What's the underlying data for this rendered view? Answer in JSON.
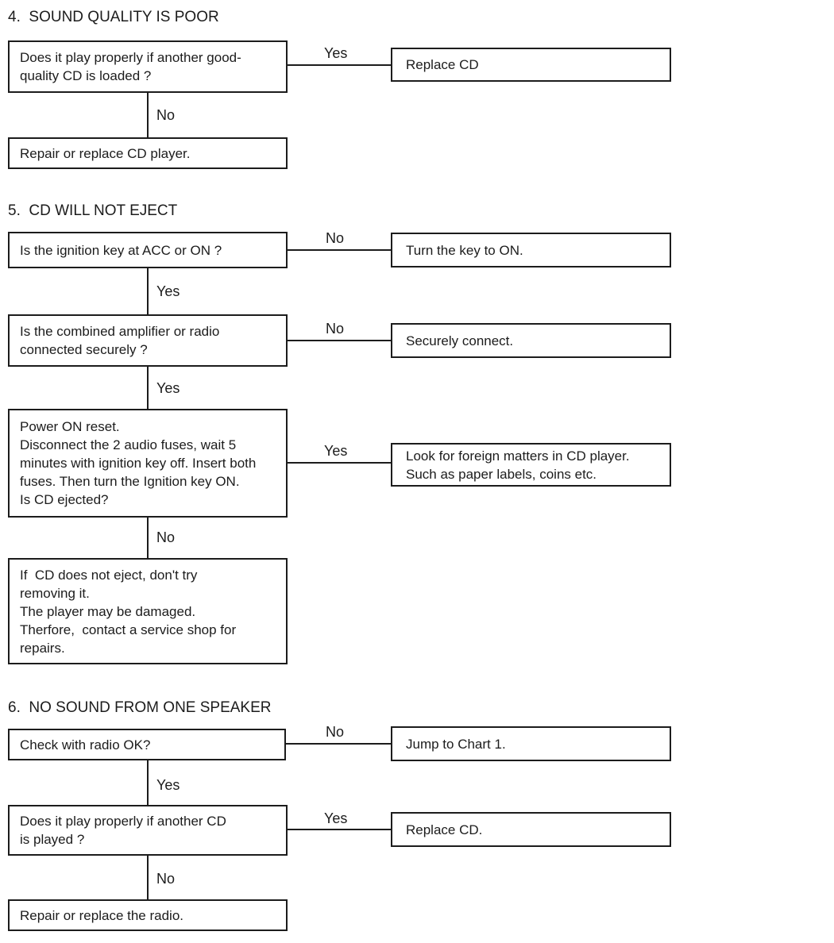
{
  "document": {
    "background": "#ffffff",
    "ink_color": "#1c1c1c",
    "type": "troubleshooting-flowchart"
  },
  "sections": [
    {
      "title": "4.  SOUND QUALITY IS POOR",
      "steps": [
        {
          "question": "Does it play properly if another good-\nquality CD is loaded ?",
          "side_label": "Yes",
          "side_result": "Replace CD",
          "down_label": "No"
        }
      ],
      "terminal": "Repair or replace CD player."
    },
    {
      "title": "5.  CD WILL NOT EJECT",
      "steps": [
        {
          "question": "Is the ignition key at ACC or ON ?",
          "side_label": "No",
          "side_result": "Turn the key to ON.",
          "down_label": "Yes"
        },
        {
          "question": "Is the combined amplifier or radio\nconnected securely ?",
          "side_label": "No",
          "side_result": "Securely connect.",
          "down_label": "Yes"
        },
        {
          "question": "Power ON reset.\nDisconnect the 2 audio fuses, wait 5\nminutes with ignition key off. Insert both\nfuses. Then turn the Ignition key ON.\nIs CD ejected?",
          "side_label": "Yes",
          "side_result": "Look for foreign matters in CD player.\nSuch as paper labels, coins etc.",
          "down_label": "No"
        }
      ],
      "terminal": "If  CD does not eject, don't try\nremoving it.\nThe player may be damaged.\nTherfore,  contact a service shop for\nrepairs."
    },
    {
      "title": "6.  NO SOUND FROM ONE SPEAKER",
      "steps": [
        {
          "question": "Check with radio OK?",
          "side_label": "No",
          "side_result": "Jump to Chart 1.",
          "down_label": "Yes"
        },
        {
          "question": "Does it play properly if another CD\nis played ?",
          "side_label": "Yes",
          "side_result": "Replace CD.",
          "down_label": "No"
        }
      ],
      "terminal": "Repair or replace the radio."
    }
  ]
}
